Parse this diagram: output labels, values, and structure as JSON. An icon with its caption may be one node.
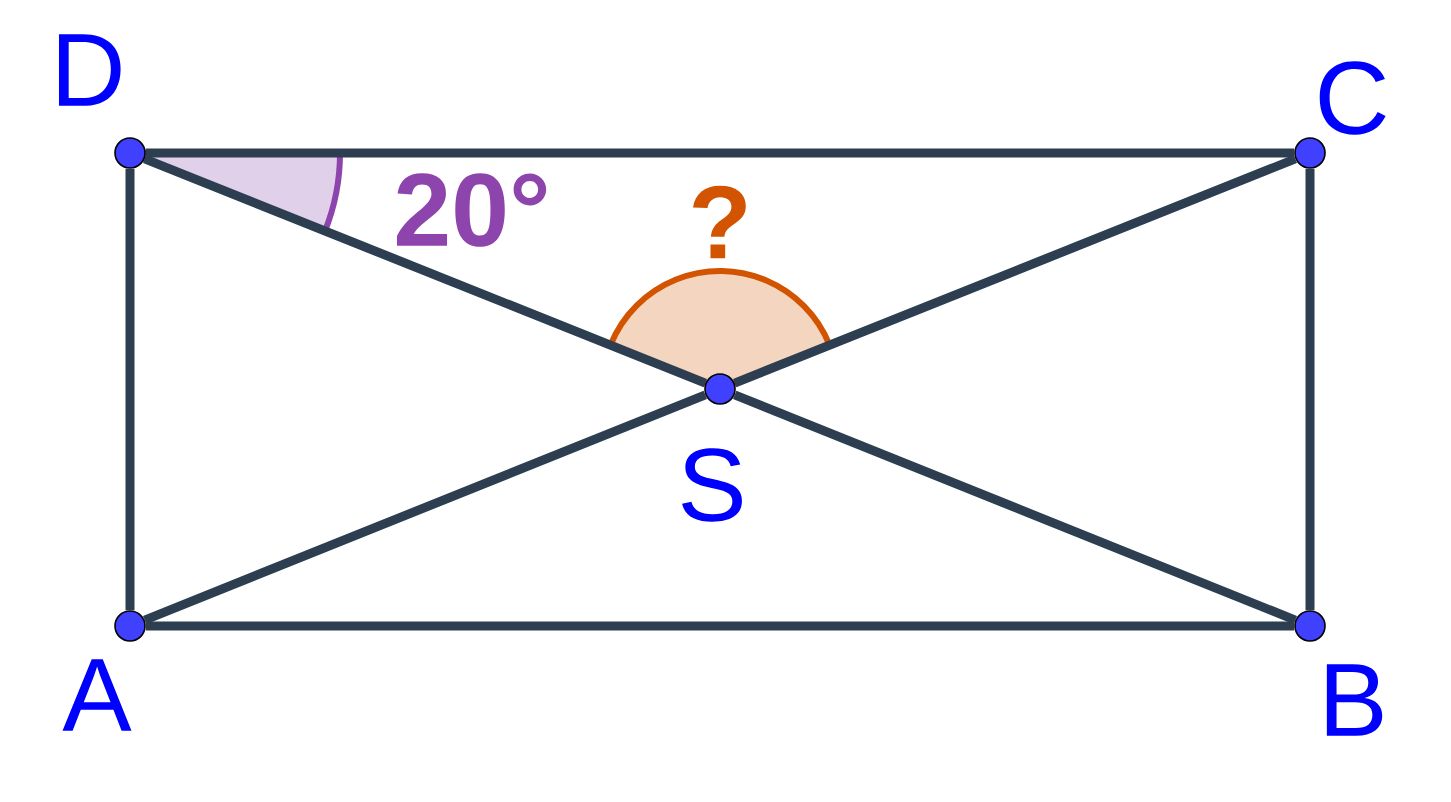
{
  "diagram": {
    "nodes": [
      {
        "text": [],
        "shape": "circle",
        "beside": [
          "D"
        ]
      },
      {
        "text": [],
        "shape": "circle",
        "beside": [
          "C"
        ]
      },
      {
        "text": [],
        "shape": "circle",
        "beside": [
          "S"
        ]
      },
      {
        "text": [],
        "shape": "circle",
        "beside": [
          "A"
        ]
      },
      {
        "text": [],
        "shape": "circle",
        "beside": [
          "B"
        ]
      }
    ],
    "edges": [
      {
        "from": 0,
        "to": 1,
        "arrow": "none"
      },
      {
        "from": 0,
        "to": 3,
        "arrow": "none"
      },
      {
        "from": 1,
        "to": 4,
        "arrow": "none"
      },
      {
        "from": 3,
        "to": 4,
        "arrow": "none"
      },
      {
        "from": 0,
        "to": 2,
        "arrow": "none"
      },
      {
        "from": 2,
        "to": 4,
        "arrow": "none"
      },
      {
        "from": 3,
        "to": 2,
        "arrow": "none"
      },
      {
        "from": 2,
        "to": 1,
        "arrow": "none"
      }
    ],
    "labels": [
      "20°",
      "?"
    ]
  }
}
